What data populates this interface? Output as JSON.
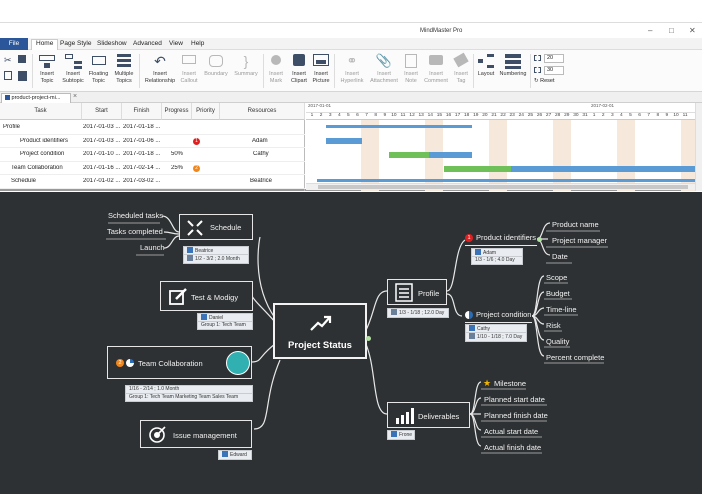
{
  "window": {
    "title": "MindMaster Pro",
    "minimize_icon": "minimize-icon",
    "maximize_icon": "maximize-icon",
    "close_icon": "close-icon"
  },
  "menu": {
    "items": [
      "File",
      "Home",
      "Page Style",
      "Slideshow",
      "Advanced",
      "View",
      "Help"
    ],
    "active": "Home"
  },
  "ribbon": {
    "insert_topic": "Insert Topic",
    "insert_subtopic": "Insert Subtopic",
    "floating_topic": "Floating Topic",
    "multiple_topics": "Multiple Topics",
    "insert_relationship": "Insert Relationship",
    "insert_callout": "Insert Callout",
    "boundary": "Boundary",
    "summary": "Summary",
    "insert_mark": "Insert Mark",
    "insert_clipart": "Insert Clipart",
    "insert_picture": "Insert Picture",
    "insert_hyperlink": "Insert Hyperlink",
    "insert_attachment": "Insert Attachment",
    "insert_note": "Insert Note",
    "insert_comment": "Insert Comment",
    "insert_tag": "Insert Tag",
    "layout": "Layout",
    "numbering": "Numbering",
    "spacing_h": "20",
    "spacing_v": "30",
    "reset": "Reset"
  },
  "doc_tab": {
    "name": "product-project-mi..."
  },
  "gantt": {
    "headers": [
      "Task",
      "Start",
      "Finish",
      "Progress",
      "Priority",
      "Resources"
    ],
    "rows": [
      {
        "task": "Profile",
        "start": "2017-01-03 ...",
        "finish": "2017-01-18 ...",
        "progress": "",
        "priority": "",
        "resources": ""
      },
      {
        "task": "Product  identifiers",
        "start": "2017-01-03 ...",
        "finish": "2017-01-06 ...",
        "progress": "",
        "priority": "1",
        "resources": "Adam"
      },
      {
        "task": "Project condition",
        "start": "2017-01-10 ...",
        "finish": "2017-01-18 ...",
        "progress": "50%",
        "priority": "",
        "resources": "Cathy"
      },
      {
        "task": "Team Collaboration",
        "start": "2017-01-16 ...",
        "finish": "2017-02-14 ...",
        "progress": "25%",
        "priority": "2",
        "resources": ""
      },
      {
        "task": "Schedule",
        "start": "2017-01-02 ...",
        "finish": "2017-03-02 ...",
        "progress": "",
        "priority": "",
        "resources": "Beatrice"
      }
    ],
    "month1": "2017-01-01",
    "month2": "2017-02-01",
    "days": [
      "1",
      "2",
      "3",
      "4",
      "5",
      "6",
      "7",
      "8",
      "9",
      "10",
      "11",
      "12",
      "13",
      "14",
      "15",
      "16",
      "17",
      "18",
      "19",
      "20",
      "21",
      "22",
      "23",
      "24",
      "25",
      "26",
      "27",
      "28",
      "29",
      "30",
      "31",
      "1",
      "2",
      "3",
      "4",
      "5",
      "6",
      "7",
      "8",
      "9",
      "10",
      "11"
    ]
  },
  "mindmap": {
    "central": "Project Status",
    "schedule": {
      "title": "Schedule",
      "resource": "Beatrice",
      "dates": "1/2 - 3/2 ; 2.0 Month",
      "children": [
        "Scheduled tasks",
        "Tasks completed",
        "Launch"
      ]
    },
    "test": {
      "title": "Test & Modigy",
      "resource": "Daniel",
      "group": "Group 1: Tech Team"
    },
    "team": {
      "title": "Team Collaboration",
      "priority": "2",
      "dates": "1/16 - 2/14 ; 1.0 Month",
      "group": "Group 1: Tech Team  Marketing Team  Sales Team"
    },
    "issue": {
      "title": "Issue management",
      "resource": "Edward"
    },
    "profile": {
      "title": "Profile",
      "dates": "1/3 - 1/18 ; 12.0 Day"
    },
    "product": {
      "title": "Product  identifiers",
      "priority": "1",
      "resource": "Adam",
      "dates": "1/3 - 1/6 ; 4.0 Day",
      "children": [
        "Product name",
        "Project manager",
        "Date"
      ]
    },
    "condition": {
      "title": "Project condition",
      "resource": "Cathy",
      "dates": "1/10 - 1/18 ; 7.0 Day",
      "children": [
        "Scope",
        "Budget",
        "Time-line",
        "Risk",
        "Quality",
        "Percent  complete"
      ]
    },
    "deliverables": {
      "title": "Deliverables",
      "resource": "Frone",
      "children": [
        "Milestone",
        "Planned start date",
        "Planned finish date",
        "Actual start date",
        "Actual finish date"
      ]
    }
  },
  "colors": {
    "canvas": "#2e3133",
    "bar_blue": "#5b9bd5",
    "bar_green": "#70c05a",
    "priority1": "#e02020",
    "priority2": "#f0871e",
    "accent": "#2b579a"
  }
}
